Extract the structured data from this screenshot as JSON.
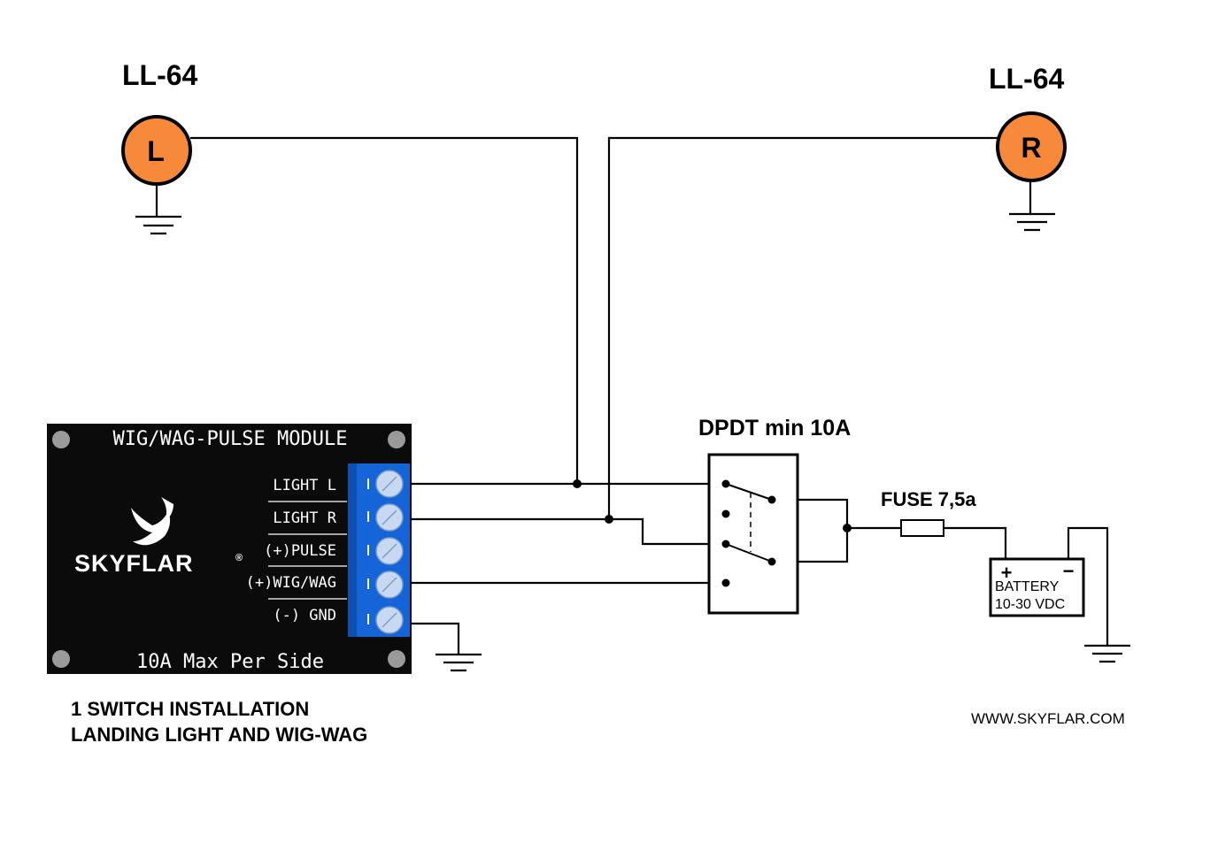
{
  "lamps": {
    "left": {
      "model": "LL-64",
      "letter": "L",
      "color": "#f7893b"
    },
    "right": {
      "model": "LL-64",
      "letter": "R",
      "color": "#f7893b"
    }
  },
  "module": {
    "title": "WIG/WAG-PULSE MODULE",
    "brand": "SKYFLAR",
    "registered": "®",
    "rating": "10A Max Per Side",
    "terminals": [
      "LIGHT L",
      "LIGHT R",
      "(+)PULSE",
      "(+)WIG/WAG",
      "(-) GND"
    ],
    "terminal_color": "#1565d8",
    "screw_color": "#c8d8f0"
  },
  "switch": {
    "label": "DPDT min 10A"
  },
  "fuse": {
    "label": "FUSE 7,5a"
  },
  "battery": {
    "plus": "+",
    "minus": "−",
    "label": "BATTERY",
    "voltage": "10-30 VDC"
  },
  "caption": {
    "line1": "1 SWITCH INSTALLATION",
    "line2": "LANDING LIGHT AND WIG-WAG"
  },
  "website": "WWW.SKYFLAR.COM"
}
